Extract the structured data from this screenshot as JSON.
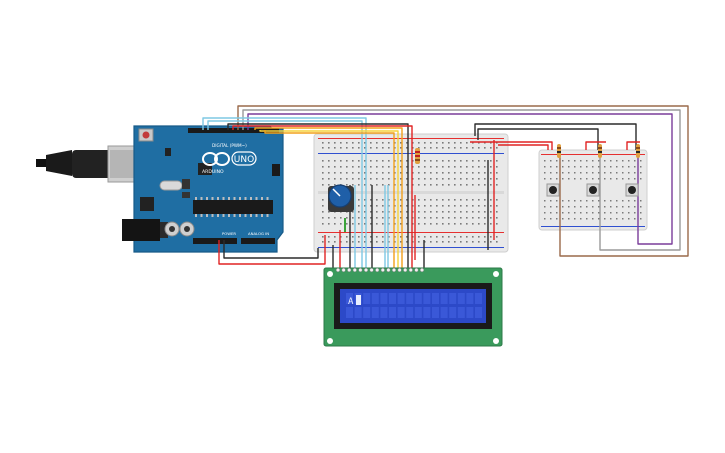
{
  "arduino": {
    "uno_text": "UNO",
    "brand_text": "ARDUINO",
    "digital_label": "DIGITAL (PWM~)",
    "power_label": "POWER",
    "analog_label": "ANALOG IN"
  },
  "lcd": {
    "display_text": "A"
  },
  "colors": {
    "board": "#1f6ea3",
    "board_edge": "#175a88",
    "breadboard": "#e9e9e9",
    "lcd_pcb": "#3a9a5c",
    "lcd_screen": "#2c49c8",
    "wire_red": "#e02424",
    "wire_black": "#2b2b2b",
    "wire_blue": "#7ec8e3",
    "wire_orange": "#f2a01b",
    "wire_yellow": "#f6d23a",
    "wire_purple": "#7a3d9a",
    "wire_brown": "#9a6a4a",
    "wire_gray": "#9a9a9a",
    "wire_green": "#3aa43a"
  },
  "icons": [
    "usb-connector-icon",
    "potentiometer-icon",
    "pushbutton-icon",
    "resistor-icon",
    "chip-icon",
    "reset-button-icon"
  ]
}
